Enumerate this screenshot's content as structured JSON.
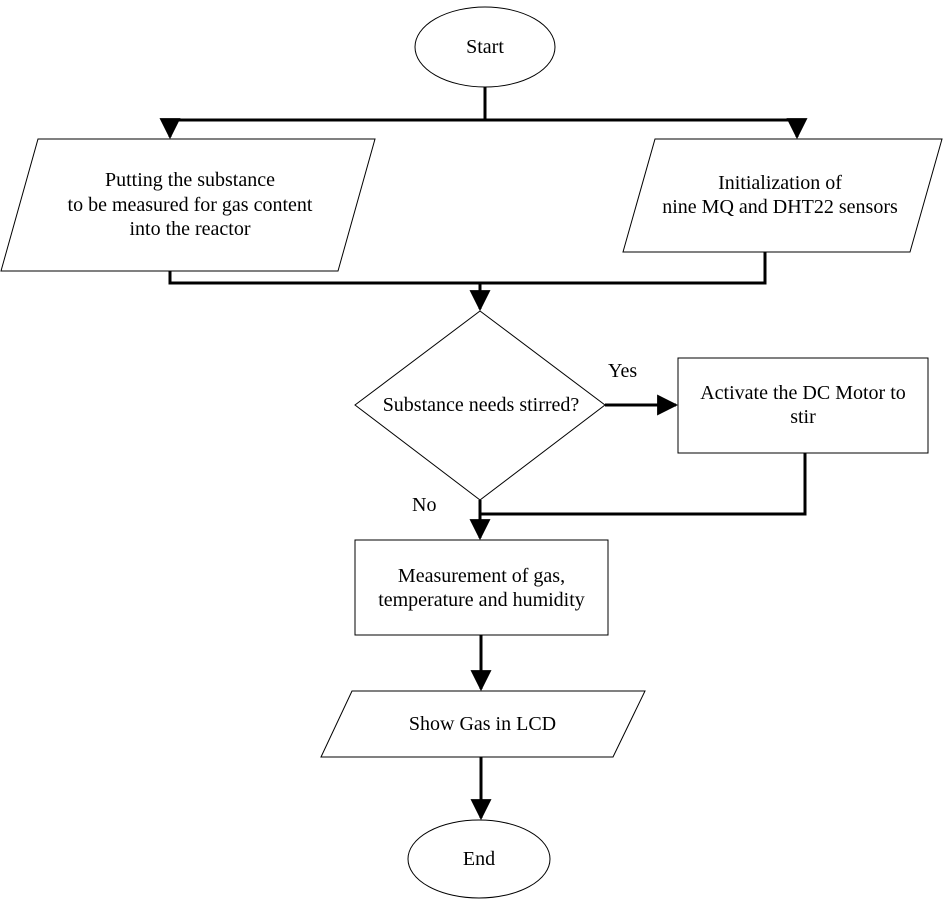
{
  "diagram": {
    "title": "Gas measurement system flowchart",
    "type": "flowchart",
    "background_color": "#ffffff",
    "line_color": "#000000",
    "text_color": "#000000"
  },
  "nodes": {
    "start": {
      "label": "Start",
      "shape": "ellipse"
    },
    "put_substance": {
      "label": "Putting the substance\nto be measured for gas content\ninto the reactor",
      "shape": "parallelogram"
    },
    "init_sensors": {
      "label": "Initialization of\nnine MQ and DHT22 sensors",
      "shape": "parallelogram"
    },
    "decision_stir": {
      "label": "Substance needs stirred?",
      "shape": "diamond"
    },
    "activate_motor": {
      "label": "Activate the DC Motor to\nstir",
      "shape": "rectangle"
    },
    "measurement": {
      "label": "Measurement of gas,\ntemperature and humidity",
      "shape": "rectangle"
    },
    "show_lcd": {
      "label": "Show Gas in LCD",
      "shape": "parallelogram"
    },
    "end": {
      "label": "End",
      "shape": "ellipse"
    }
  },
  "edge_labels": {
    "yes": "Yes",
    "no": "No"
  }
}
